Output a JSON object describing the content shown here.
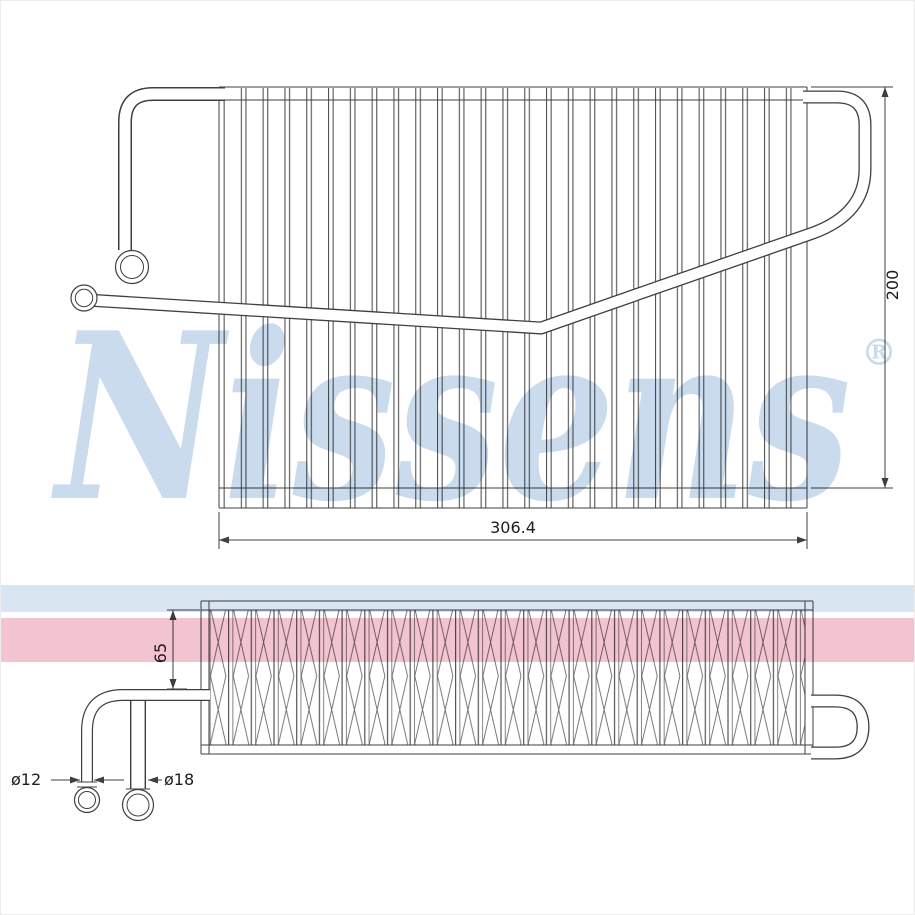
{
  "brand": {
    "watermark_text": "Nissens",
    "registered_mark": "®"
  },
  "colors": {
    "line": "#3f3f3f",
    "watermark_blue": "#c9dbed",
    "stripe_blue": "#d9e6f2",
    "stripe_pink": "#f2c4cf"
  },
  "front_view": {
    "width_dim": "306.4",
    "height_dim": "200"
  },
  "bottom_view": {
    "depth_dim": "65",
    "pipe_small_dim": "ø12",
    "pipe_large_dim": "ø18"
  }
}
